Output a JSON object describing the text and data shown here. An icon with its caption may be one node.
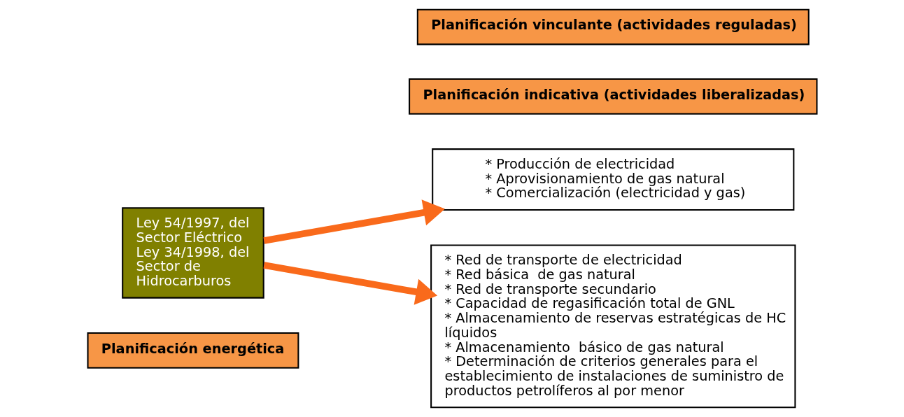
{
  "diagram": {
    "nodes": [
      {
        "text": [
          "Planificación energética"
        ]
      },
      {
        "text": [
          "Ley 54/1997, del Sector Eléctrico",
          "Ley 34/1998, del Sector de Hidrocarburos"
        ]
      },
      {
        "text": [
          "Planificación indicativa (actividades liberalizadas)"
        ]
      },
      {
        "text": [
          "* Producción de electricidad",
          "* Aprovisionamiento de gas natural",
          "* Comercialización (electricidad y gas)"
        ]
      },
      {
        "text": [
          "Planificación vinculante (actividades reguladas)"
        ]
      },
      {
        "text": [
          "* Red de transporte de electricidad",
          "* Red básica  de gas natural",
          "* Red de transporte secundario",
          "* Capacidad de regasificación total de GNL",
          "* Almacenamiento de reservas estratégicas de HC líquidos",
          "* Almacenamiento  básico de gas natural",
          "* Determinación de criterios generales para el establecimiento de instalaciones de suministro de productos petrolíferos al por menor"
        ]
      }
    ],
    "edges": [
      {
        "from": 1,
        "to": 3,
        "arrow": "to"
      },
      {
        "from": 1,
        "to": 5,
        "arrow": "to"
      }
    ]
  }
}
